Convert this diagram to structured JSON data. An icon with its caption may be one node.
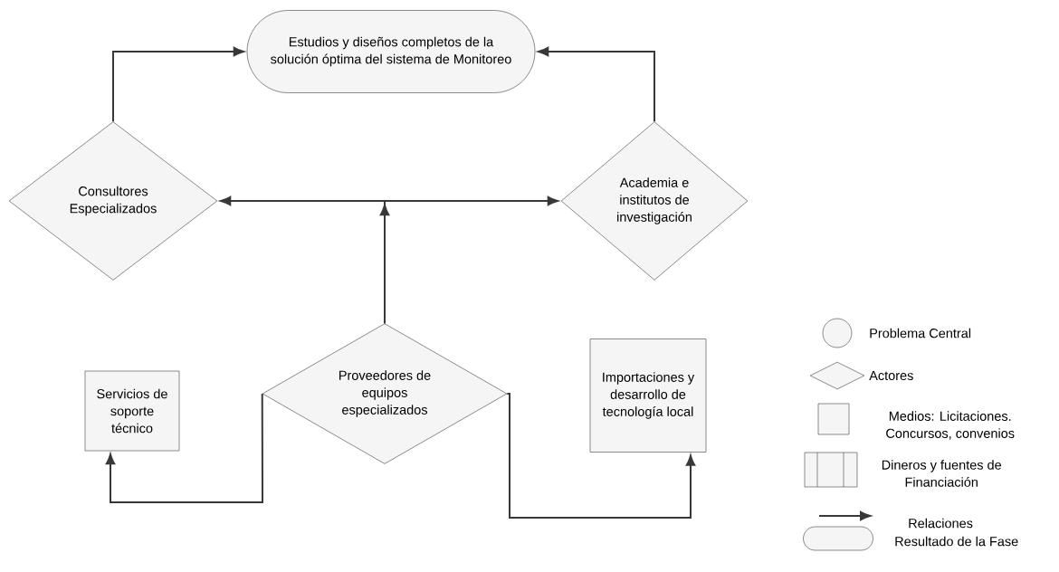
{
  "diagram": {
    "nodes": [
      {
        "text": [
          "Estudios y diseños completos de la solución óptima del sistema de Monitoreo"
        ]
      },
      {
        "text": [
          "Consultores Especializados"
        ]
      },
      {
        "text": [
          "Academia e institutos de investigación"
        ]
      },
      {
        "text": [
          "Proveedores de equipos especializados"
        ]
      },
      {
        "text": [
          "Servicios de soporte técnico"
        ]
      },
      {
        "text": [
          "Importaciones y desarrollo de tecnología local"
        ]
      }
    ],
    "edges": [
      {
        "from": 1,
        "to": 0,
        "arrow": "to"
      },
      {
        "from": 2,
        "to": 0,
        "arrow": "to"
      },
      {
        "from": 3,
        "to": 1,
        "arrow": "to"
      },
      {
        "from": 3,
        "to": 2,
        "arrow": "to"
      },
      {
        "from": 3,
        "to": 4,
        "arrow": "to"
      },
      {
        "from": 3,
        "to": 5,
        "arrow": "to"
      }
    ],
    "legend": [
      {
        "text": "Problema Central"
      },
      {
        "text": "Actores"
      },
      {
        "text": "Medios: Licitaciones. Concursos, convenios"
      },
      {
        "text": "Dineros y fuentes de Financiación"
      },
      {
        "text": "Relaciones"
      },
      {
        "text": "Resultado de la Fase"
      }
    ]
  }
}
